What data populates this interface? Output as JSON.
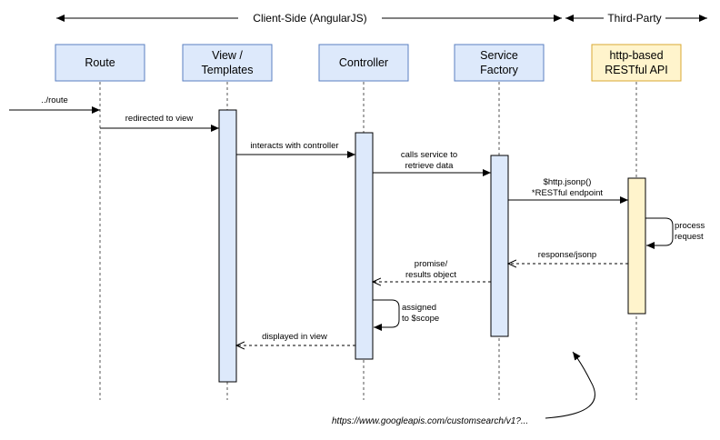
{
  "sections": {
    "client_side": "Client-Side (AngularJS)",
    "third_party": "Third-Party"
  },
  "participants": [
    {
      "id": "route",
      "lines": [
        "Route"
      ],
      "fill": "#dde9fb",
      "stroke": "#5a7fc0"
    },
    {
      "id": "view",
      "lines": [
        "View /",
        "Templates"
      ],
      "fill": "#dde9fb",
      "stroke": "#5a7fc0"
    },
    {
      "id": "controller",
      "lines": [
        "Controller"
      ],
      "fill": "#dde9fb",
      "stroke": "#5a7fc0"
    },
    {
      "id": "service",
      "lines": [
        "Service",
        "Factory"
      ],
      "fill": "#dde9fb",
      "stroke": "#5a7fc0"
    },
    {
      "id": "api",
      "lines": [
        "http-based",
        "RESTful API"
      ],
      "fill": "#fff4cc",
      "stroke": "#d9a933"
    }
  ],
  "messages": [
    {
      "id": "route-request",
      "lines": [
        "../route"
      ],
      "style": "solid"
    },
    {
      "id": "redirected",
      "lines": [
        "redirected to view"
      ],
      "style": "solid"
    },
    {
      "id": "interacts",
      "lines": [
        "interacts with controller"
      ],
      "style": "solid"
    },
    {
      "id": "calls-service",
      "lines": [
        "calls service to",
        "retrieve data"
      ],
      "style": "solid"
    },
    {
      "id": "http-jsonp",
      "lines": [
        "$http.jsonp()",
        "*RESTful endpoint"
      ],
      "style": "solid"
    },
    {
      "id": "process",
      "lines": [
        "process",
        "request"
      ],
      "style": "self"
    },
    {
      "id": "response",
      "lines": [
        "response/jsonp"
      ],
      "style": "dashed"
    },
    {
      "id": "promise",
      "lines": [
        "promise/",
        "results object"
      ],
      "style": "dashed"
    },
    {
      "id": "assigned",
      "lines": [
        "assigned",
        "to $scope"
      ],
      "style": "self"
    },
    {
      "id": "displayed",
      "lines": [
        "displayed in view"
      ],
      "style": "dashed"
    }
  ],
  "annotation": {
    "url": "https://www.googleapis.com/customsearch/v1?..."
  },
  "colors": {
    "line": "#000000",
    "lifeline": "#555555",
    "client_fill": "#dde9fb",
    "client_stroke": "#5a7fc0",
    "api_fill": "#fff4cc",
    "api_stroke": "#d9a933"
  }
}
